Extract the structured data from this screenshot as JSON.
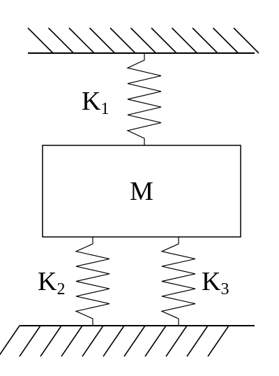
{
  "diagram": {
    "mass": {
      "label": "M"
    },
    "springs": [
      {
        "id": "k1",
        "label": "K",
        "subscript": "1"
      },
      {
        "id": "k2",
        "label": "K",
        "subscript": "2"
      },
      {
        "id": "k3",
        "label": "K",
        "subscript": "3"
      }
    ],
    "colors": {
      "stroke": "#000000",
      "background": "#ffffff"
    }
  }
}
